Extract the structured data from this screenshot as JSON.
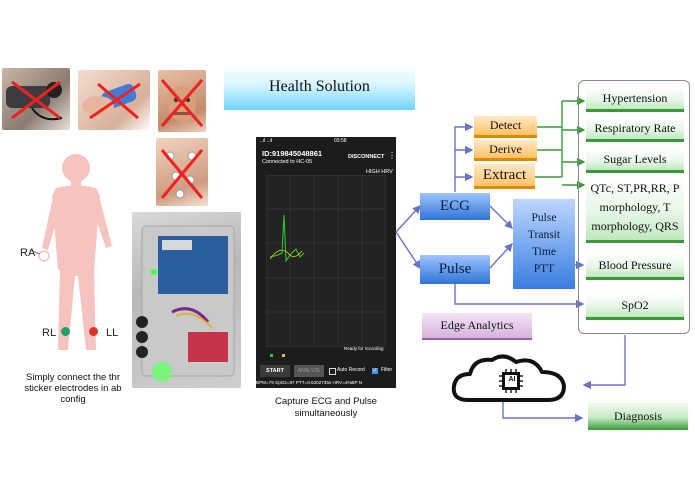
{
  "title": "Health Solution",
  "left": {
    "caption": "Simply connect the three sticker electrodes in above config",
    "caption_line1": "Simply connect the thr",
    "caption_line2": "sticker electrodes in ab",
    "caption_line3": "config",
    "electrodes": {
      "ra": "RA",
      "rl": "RL",
      "ll": "LL"
    },
    "colors": {
      "rl": "#1aa36a",
      "ll": "#e0302a",
      "body": "#f6c4c0"
    }
  },
  "phone": {
    "status_bar": {
      "left": "..ıl ..ıl",
      "time": "03:58"
    },
    "device_id": "ID:919845048861",
    "connection": "Connected to HC-05",
    "disconnect": "DISCONNECT",
    "hrv_label": "HIGH HRV",
    "ready": "Ready for recording",
    "start": "START",
    "analyze": "ANALYZE",
    "auto_record": "Auto Record",
    "filter": "Filter",
    "readout": "BPM=79 SpO2=97 PTT=0.6202735s HRV=4%BP N",
    "caption_line1": "Capture ECG and Pulse",
    "caption_line2": "simultaneously"
  },
  "flow": {
    "ecg": "ECG",
    "pulse": "Pulse",
    "ptt_lines": [
      "Pulse",
      "Transit",
      "Time",
      "PTT"
    ],
    "detect": "Detect",
    "derive": "Derive",
    "extract": "Extract",
    "outputs": {
      "hypertension": "Hypertension",
      "respiratory": "Respiratory Rate",
      "sugar": "Sugar Levels",
      "qtc": "QTc, ST,PR,RR, P morphology, T morphology, QRS",
      "bp": "Blood Pressure",
      "spo2": "SpO2"
    },
    "edge": "Edge Analytics",
    "ai": "AI",
    "diagnosis": "Diagnosis"
  },
  "colors": {
    "flow_line": "#6a72c8",
    "green": "#3a9a3a",
    "orange": "#e08a00",
    "blue": "#2f74d6"
  }
}
